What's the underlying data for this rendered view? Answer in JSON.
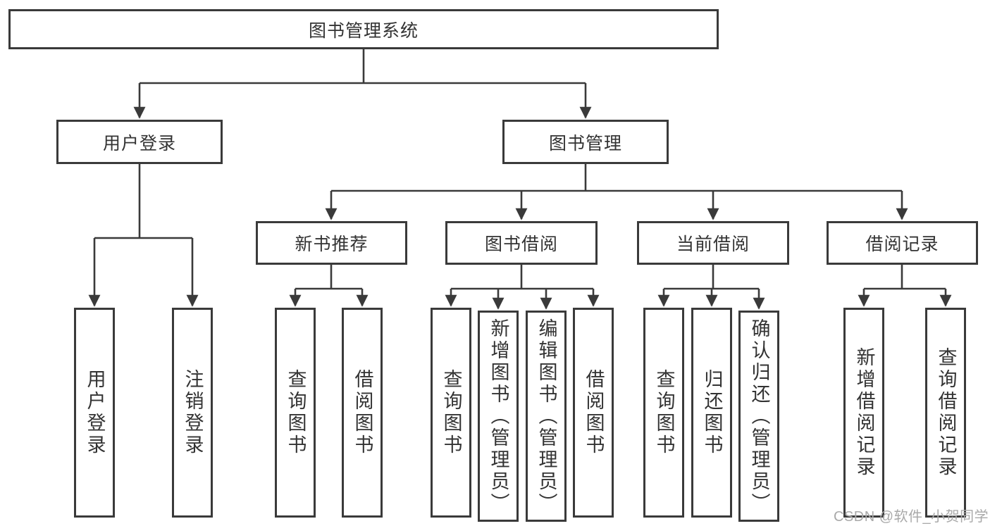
{
  "diagram": {
    "root": {
      "label": "图书管理系统",
      "children": [
        {
          "label": "用户登录",
          "children": [
            {
              "label": "用户登录"
            },
            {
              "label": "注销登录"
            }
          ]
        },
        {
          "label": "图书管理",
          "children": [
            {
              "label": "新书推荐",
              "children": [
                {
                  "label": "查询图书"
                },
                {
                  "label": "借阅图书"
                }
              ]
            },
            {
              "label": "图书借阅",
              "children": [
                {
                  "label": "查询图书"
                },
                {
                  "label": "新增图书（管理员）"
                },
                {
                  "label": "编辑图书（管理员）"
                },
                {
                  "label": "借阅图书"
                }
              ]
            },
            {
              "label": "当前借阅",
              "children": [
                {
                  "label": "查询图书"
                },
                {
                  "label": "归还图书"
                },
                {
                  "label": "确认归还（管理员）"
                }
              ]
            },
            {
              "label": "借阅记录",
              "children": [
                {
                  "label": "新增借阅记录"
                },
                {
                  "label": "查询借阅记录"
                }
              ]
            }
          ]
        }
      ]
    }
  },
  "watermark": {
    "text": "CSDN @软件_小贺同学"
  },
  "colors": {
    "line": "#3a3a3a",
    "border": "#3a3a3a",
    "text": "#333333",
    "background": "#ffffff",
    "watermark": "#a9a9a9"
  }
}
